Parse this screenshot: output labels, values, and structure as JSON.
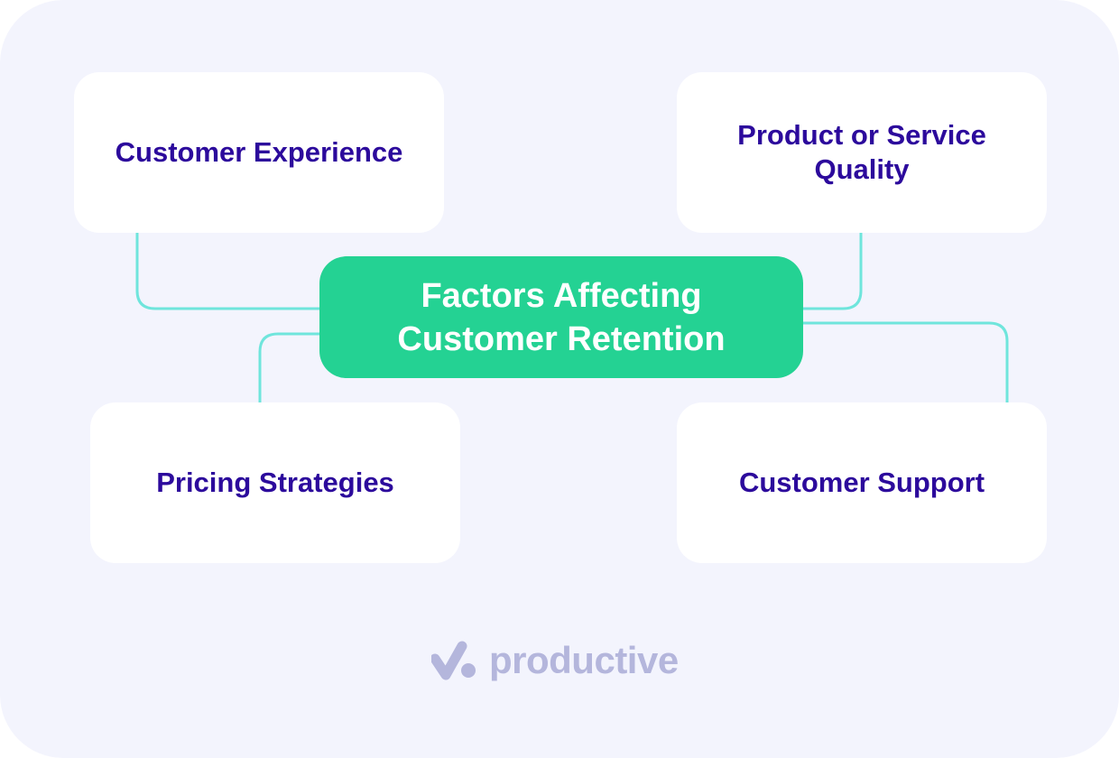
{
  "diagram": {
    "center_label": "Factors Affecting Customer Retention",
    "nodes": [
      {
        "id": "customer-experience",
        "label": "Customer Experience"
      },
      {
        "id": "product-quality",
        "label": "Product or Service Quality"
      },
      {
        "id": "pricing-strategies",
        "label": "Pricing Strategies"
      },
      {
        "id": "customer-support",
        "label": "Customer Support"
      }
    ]
  },
  "brand": {
    "name": "productive",
    "logo_icon": "productive-logo-icon"
  },
  "colors": {
    "background_panel": "#f3f4fd",
    "card": "#ffffff",
    "card_text": "#2c0a9c",
    "center": "#24d293",
    "center_text": "#ffffff",
    "connector": "#6fe5dc",
    "logo": "#b4b6dc"
  }
}
